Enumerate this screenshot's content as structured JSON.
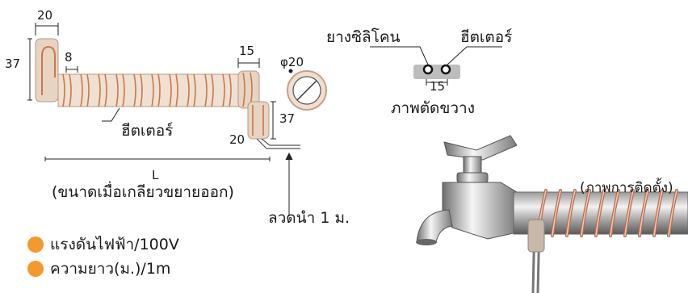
{
  "colors": {
    "accent": "#f39a2e",
    "heater_coil": "#e8d4c2",
    "heater_line": "#c9784a"
  },
  "dimensions": {
    "coil_end_width": "20",
    "coil_end_height": "37",
    "pitch": "8",
    "tail_width": "15",
    "tail_height": "37",
    "tail_bottom": "20",
    "diameter": "φ20",
    "length": "L",
    "cross_width": "15"
  },
  "labels": {
    "heater_main": "ฮีตเตอร์",
    "length_note": "(ขนาดเมื่อเกลียวขยายออก)",
    "lead_wire": "ลวดนำ 1 ม.",
    "silicone_rubber": "ยางซิลิโคน",
    "heater_cross": "ฮีตเตอร์",
    "cross_section": "ภาพตัดขวาง",
    "install_view": "(ภาพการติดตั้ง)"
  },
  "specs": [
    {
      "text": "แรงดันไฟฟ้า/100V"
    },
    {
      "text": "ความยาว(ม.)/1m"
    }
  ]
}
